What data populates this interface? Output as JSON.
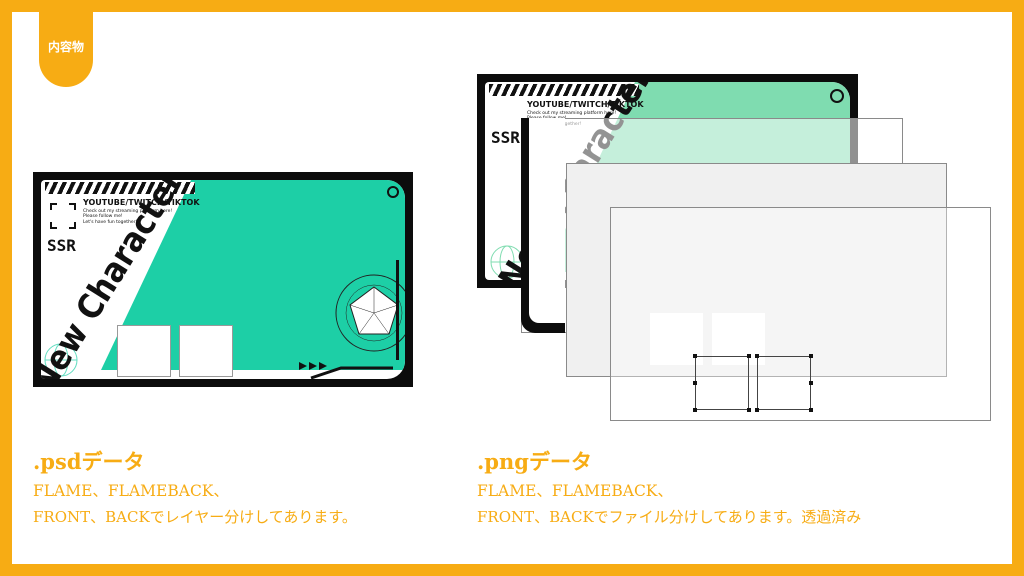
{
  "badge": {
    "label": "内容物"
  },
  "colors": {
    "accent": "#f7ac14",
    "teal": "#1dcfa6",
    "black": "#0c0c0c"
  },
  "card": {
    "platforms": "YOUTUBE/TWITCH/TIKTOK",
    "blurb": "Check out my streaming platform here!\nPlease follow me!\nLet's have fun together!",
    "title": "New Character",
    "rank": "SSR"
  },
  "psd": {
    "title": ".psdデータ",
    "line1": "FLAME、FLAMEBACK、",
    "line2": "FRONT、BACKでレイヤー分けしてあります。"
  },
  "png": {
    "title": ".pngデータ",
    "line1": "FLAME、FLAMEBACK、",
    "line2": "FRONT、BACKでファイル分けしてあります。透過済み"
  }
}
